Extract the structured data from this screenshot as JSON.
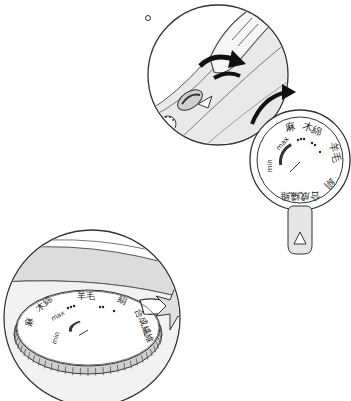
{
  "diagram": {
    "nodes": [
      {
        "text": [
          "麻",
          "木綿",
          "羊毛",
          "絹",
          "合成繊維",
          "max",
          "min"
        ]
      },
      {
        "text": [
          "麻",
          "木綿",
          "羊毛",
          "絹",
          "合成繊維",
          "max",
          "min"
        ]
      }
    ]
  }
}
